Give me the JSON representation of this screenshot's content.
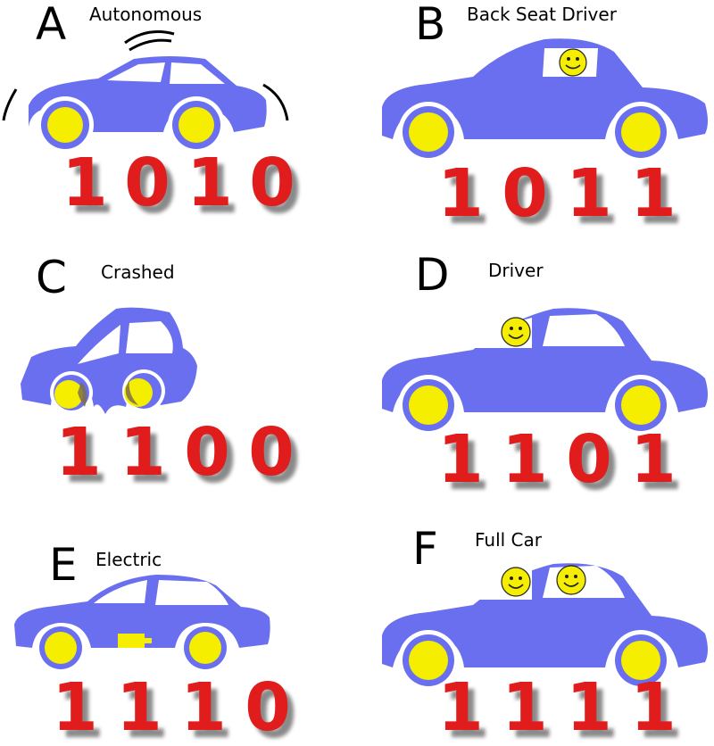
{
  "colors": {
    "car_body": "#6a6ff0",
    "wheel_ring": "#ffffff",
    "wheel_tire": "#6a6ff0",
    "wheel_hub": "#f5ee00",
    "bits": "#e01c1c",
    "bit_shadow": "#8a8a8a",
    "smiley": "#f5ee00"
  },
  "panels": [
    {
      "letter": "A",
      "label": "Autonomous",
      "bits": [
        "1",
        "0",
        "1",
        "0"
      ]
    },
    {
      "letter": "B",
      "label": "Back Seat Driver",
      "bits": [
        "1",
        "0",
        "1",
        "1"
      ]
    },
    {
      "letter": "C",
      "label": "Crashed",
      "bits": [
        "1",
        "1",
        "0",
        "0"
      ]
    },
    {
      "letter": "D",
      "label": "Driver",
      "bits": [
        "1",
        "1",
        "0",
        "1"
      ]
    },
    {
      "letter": "E",
      "label": "Electric",
      "bits": [
        "1",
        "1",
        "1",
        "0"
      ]
    },
    {
      "letter": "F",
      "label": "Full Car",
      "bits": [
        "1",
        "1",
        "1",
        "1"
      ]
    }
  ]
}
